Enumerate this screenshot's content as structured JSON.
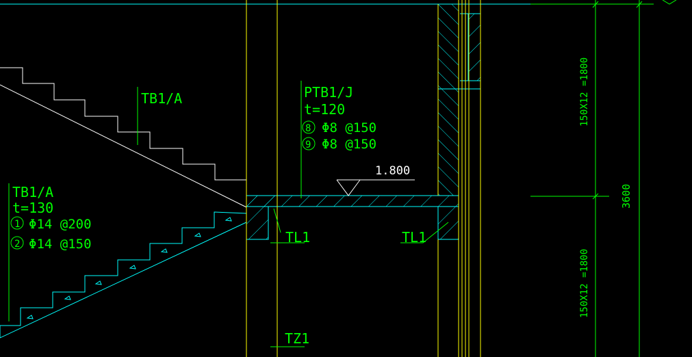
{
  "annotations": {
    "tb1_a_label": "TB1/A",
    "ptb1_j": {
      "title": "PTB1/J",
      "thickness": "t=120",
      "rebar_8": "Φ8 @150",
      "rebar_9": "Φ8 @150",
      "mark_8": "8",
      "mark_9": "9"
    },
    "tb1_a": {
      "title": "TB1/A",
      "thickness": "t=130",
      "rebar_1": "Φ14 @200",
      "rebar_2": "Φ14 @150",
      "mark_1": "1",
      "mark_2": "2"
    },
    "elevation": "1.800",
    "beam_left": "TL1",
    "beam_right": "TL1",
    "column": "TZ1"
  },
  "dimensions": {
    "upper_flight": "150X12 =1800",
    "lower_flight": "150X12 =1800",
    "total_height": "3600"
  },
  "colors": {
    "background": "#000000",
    "lines_white": "#ffffff",
    "lines_cyan": "#00ffff",
    "lines_yellow": "#ffff00",
    "text_green": "#00ff00",
    "dim_green": "#00ff00"
  }
}
